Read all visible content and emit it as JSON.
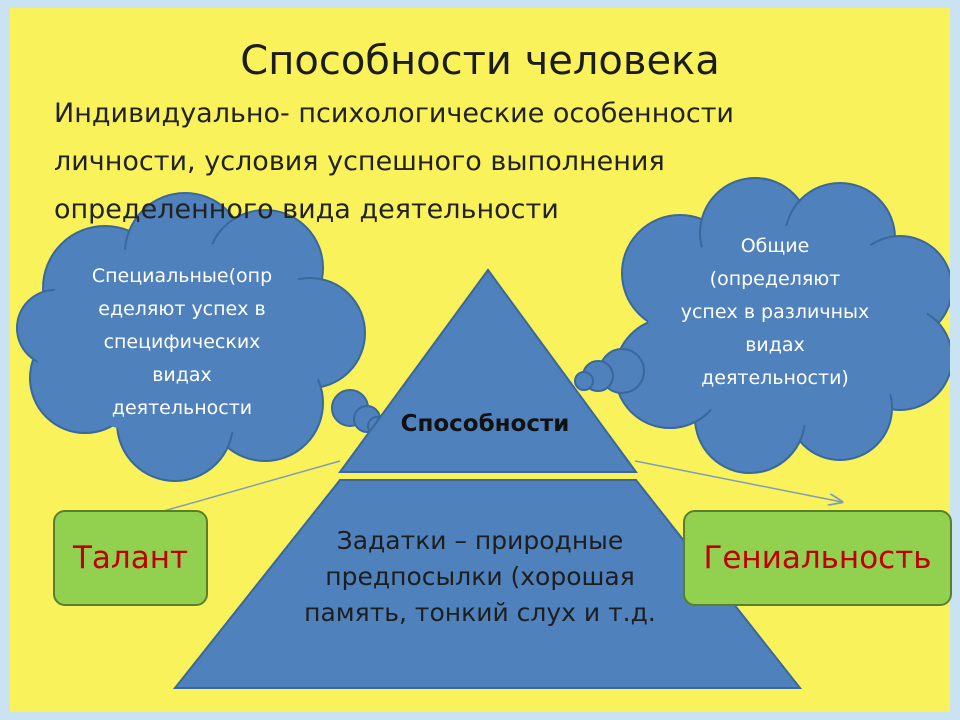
{
  "title": "Способности человека",
  "definition": [
    "Индивидуально- психологические особенности",
    "личности, условия успешного выполнения",
    "определенного вида деятельности"
  ],
  "cloud_left": [
    "Специальные(опр",
    "еделяют успех в",
    "специфических",
    "видах",
    "деятельности"
  ],
  "cloud_right": [
    "Общие",
    "(определяют",
    "успех в различных",
    "видах",
    "деятельности)"
  ],
  "pyramid_top": "Способности",
  "pyramid_base": [
    "Задатки – природные",
    "предпосылки (хорошая",
    "память, тонкий слух и т.д."
  ],
  "box_left": "Талант",
  "box_right": "Гениальность",
  "colors": {
    "background": "#f9f25a",
    "shape_fill": "#4f81bd",
    "shape_stroke": "#3a679c",
    "box_fill": "#92d050",
    "box_text": "#c00000"
  }
}
